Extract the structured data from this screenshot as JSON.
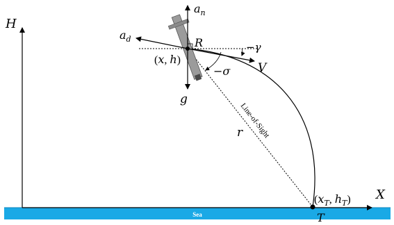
{
  "labels": {
    "H": "H",
    "X": "X",
    "sea": "Sea",
    "a_n_base": "a",
    "a_n_sub": "n",
    "a_d_base": "a",
    "a_d_sub": "d",
    "R": "R",
    "gamma": "−γ",
    "position_x": "x",
    "position_h": "h",
    "V": "V",
    "sigma": "−σ",
    "g": "g",
    "r": "r",
    "line_of_sight": "Line-of-Sight",
    "target_x_base": "x",
    "target_x_sub": "T",
    "target_h_base": "h",
    "target_h_sub": "T",
    "T": "T"
  },
  "colors": {
    "sea": "#1aa9e6",
    "sea_border": "#0f85bd",
    "axis": "#000000",
    "missile_body": "#9b9b9b",
    "missile_dark": "#4a4a4a"
  }
}
